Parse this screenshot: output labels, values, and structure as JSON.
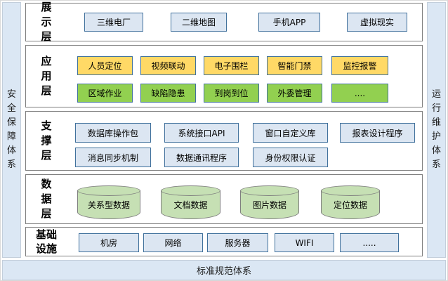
{
  "frame": {
    "left_label": "安全保障体系",
    "right_label": "运行维护体系",
    "bottom_label": "标准规范体系"
  },
  "layers": {
    "presentation": {
      "label": "展示层",
      "boxes": [
        "三维电厂",
        "二维地图",
        "手机APP",
        "虚拟现实"
      ]
    },
    "application": {
      "label": "应用层",
      "row1": [
        "人员定位",
        "视频联动",
        "电子围栏",
        "智能门禁",
        "监控报警"
      ],
      "row2": [
        "区域作业",
        "缺陷隐患",
        "到岗到位",
        "外委管理",
        "...."
      ]
    },
    "support": {
      "label": "支撑层",
      "row1": [
        "数据库操作包",
        "系统接口API",
        "窗口自定义库",
        "报表设计程序"
      ],
      "row2": [
        "消息同步机制",
        "数据通讯程序",
        "身份权限认证"
      ]
    },
    "data": {
      "label": "数据层",
      "cylinders": [
        "关系型数据",
        "文档数据",
        "图片数据",
        "定位数据"
      ]
    },
    "infrastructure": {
      "label": "基础设施",
      "boxes": [
        "机房",
        "网络",
        "服务器",
        "WIFI",
        "....."
      ]
    }
  },
  "colors": {
    "box_blue_fill": "#DCE6F2",
    "box_yellow_fill": "#FFD966",
    "box_green_fill": "#92D050",
    "box_border_blue": "#41719C",
    "cylinder_fill": "#C6E0B4",
    "cylinder_border": "#7F7F7F",
    "panel_border": "#7F7F7F",
    "side_bar_fill": "#DBE7F4"
  }
}
